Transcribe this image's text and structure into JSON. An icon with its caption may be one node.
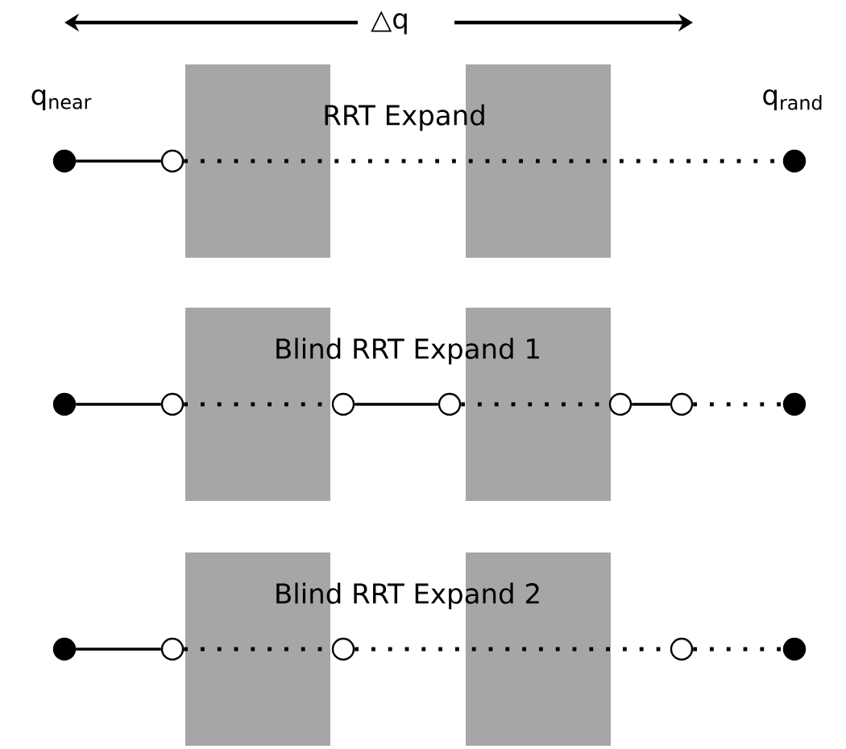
{
  "diagram": {
    "nodes": [
      {
        "text": [],
        "shape": "dot"
      },
      {
        "text": [],
        "shape": "circle"
      },
      {
        "text": [],
        "shape": "dot"
      },
      {
        "text": [],
        "shape": "dot"
      },
      {
        "text": [],
        "shape": "circle"
      },
      {
        "text": [],
        "shape": "circle"
      },
      {
        "text": [],
        "shape": "circle"
      },
      {
        "text": [],
        "shape": "circle"
      },
      {
        "text": [],
        "shape": "circle"
      },
      {
        "text": [],
        "shape": "dot"
      },
      {
        "text": [],
        "shape": "dot"
      },
      {
        "text": [],
        "shape": "circle"
      },
      {
        "text": [],
        "shape": "circle"
      },
      {
        "text": [],
        "shape": "circle"
      },
      {
        "text": [],
        "shape": "dot"
      }
    ],
    "edges": [
      {
        "from": 0,
        "to": 1,
        "arrow": "none"
      },
      {
        "from": 1,
        "to": 2,
        "arrow": "none",
        "style": "dashed"
      },
      {
        "from": 3,
        "to": 4,
        "arrow": "none"
      },
      {
        "from": 4,
        "to": 5,
        "arrow": "none",
        "style": "dashed"
      },
      {
        "from": 5,
        "to": 6,
        "arrow": "none"
      },
      {
        "from": 6,
        "to": 7,
        "arrow": "none",
        "style": "dashed"
      },
      {
        "from": 7,
        "to": 8,
        "arrow": "none"
      },
      {
        "from": 8,
        "to": 9,
        "arrow": "none",
        "style": "dashed"
      },
      {
        "from": 10,
        "to": 11,
        "arrow": "none"
      },
      {
        "from": 11,
        "to": 12,
        "arrow": "none",
        "style": "dashed"
      },
      {
        "from": 12,
        "to": 13,
        "arrow": "none",
        "style": "dashed"
      },
      {
        "from": 13,
        "to": 14,
        "arrow": "none",
        "style": "dashed"
      }
    ],
    "labels": [
      "△q",
      "q$_{near}$",
      "RRT Expand",
      "q$_{rand}$",
      "Blind RRT Expand 1",
      "Blind RRT Expand 2"
    ]
  }
}
